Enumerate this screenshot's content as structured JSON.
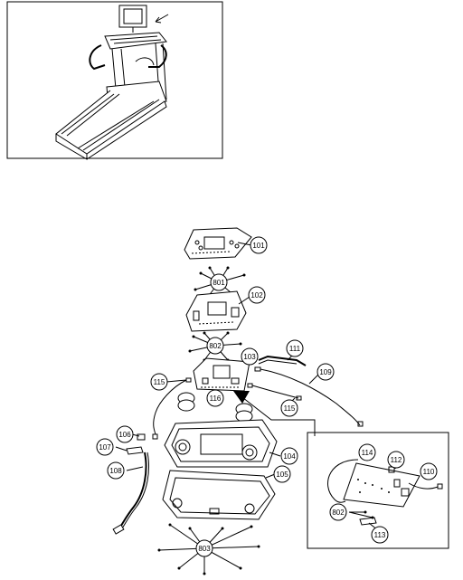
{
  "callouts": [
    {
      "id": "c101",
      "label": "101"
    },
    {
      "id": "c801",
      "label": "801"
    },
    {
      "id": "c102",
      "label": "102"
    },
    {
      "id": "c802",
      "label": "802"
    },
    {
      "id": "c103",
      "label": "103"
    },
    {
      "id": "c111",
      "label": "111"
    },
    {
      "id": "c109",
      "label": "109"
    },
    {
      "id": "c115a",
      "label": "115"
    },
    {
      "id": "c116",
      "label": "116"
    },
    {
      "id": "c115b",
      "label": "115"
    },
    {
      "id": "c106",
      "label": "106"
    },
    {
      "id": "c107",
      "label": "107"
    },
    {
      "id": "c108",
      "label": "108"
    },
    {
      "id": "c104",
      "label": "104"
    },
    {
      "id": "c105",
      "label": "105"
    },
    {
      "id": "c803",
      "label": "803"
    },
    {
      "id": "c114",
      "label": "114"
    },
    {
      "id": "c112",
      "label": "112"
    },
    {
      "id": "c110",
      "label": "110"
    },
    {
      "id": "c802b",
      "label": "802"
    },
    {
      "id": "c113",
      "label": "113"
    }
  ]
}
